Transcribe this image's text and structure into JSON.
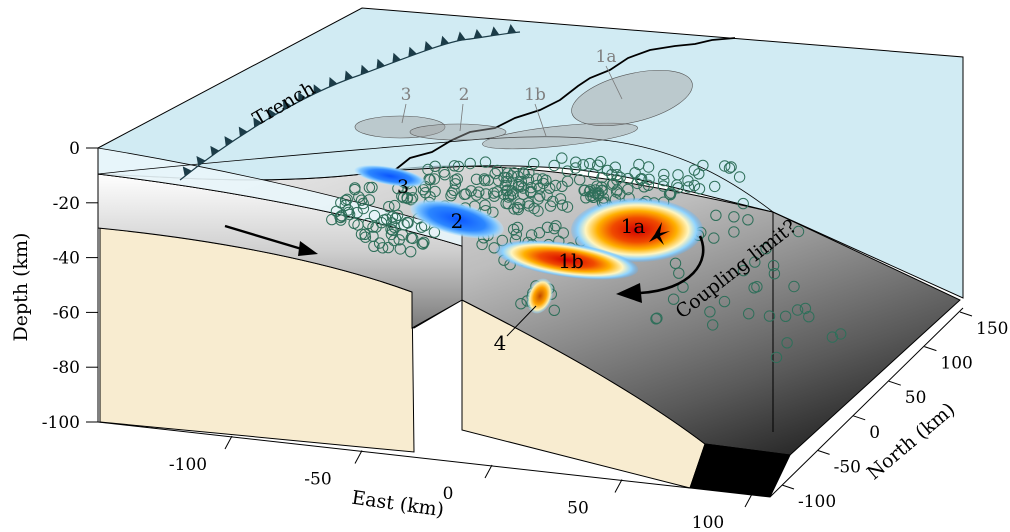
{
  "axes": {
    "depth": {
      "label": "Depth (km)",
      "ticks": [
        "0",
        "-20",
        "-40",
        "-60",
        "-80",
        "-100"
      ]
    },
    "east": {
      "label": "East (km)",
      "ticks": [
        "-100",
        "-50",
        "0",
        "50",
        "100"
      ]
    },
    "north": {
      "label": "North (km)",
      "ticks": [
        "-100",
        "-50",
        "0",
        "50",
        "100",
        "150"
      ]
    }
  },
  "labels": {
    "trench": "Trench",
    "coupling": "Coupling limit?"
  },
  "patches": [
    {
      "id": "1a",
      "label": "1a",
      "kind": "rupture"
    },
    {
      "id": "1b",
      "label": "1b",
      "kind": "rupture"
    },
    {
      "id": "2",
      "label": "2",
      "kind": "slow-slip"
    },
    {
      "id": "3",
      "label": "3",
      "kind": "slow-slip"
    },
    {
      "id": "4",
      "label": "4",
      "kind": "deep"
    }
  ],
  "surface_projections": [
    {
      "id": "1a",
      "label": "1a"
    },
    {
      "id": "1b",
      "label": "1b"
    },
    {
      "id": "2",
      "label": "2"
    },
    {
      "id": "3",
      "label": "3"
    }
  ],
  "colors": {
    "ocean": "#bfe3ef",
    "continent": "#f8ecd0",
    "slab_light": "#ececec",
    "slab_dark": "#000000",
    "seismicity": "#2f6f5a",
    "trench_teeth": "#1c3c48"
  }
}
